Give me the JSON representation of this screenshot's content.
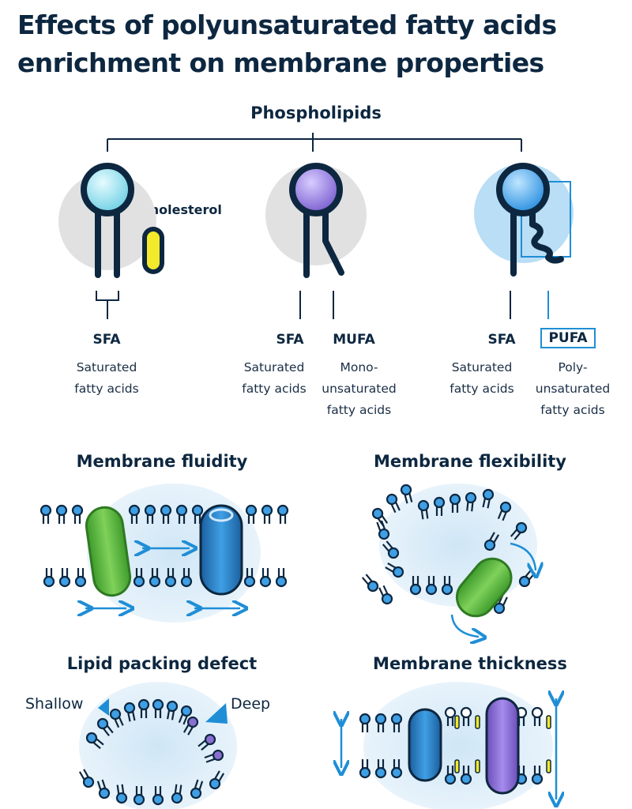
{
  "title": "Effects of polyunsaturated fatty acids enrichment on membrane properties",
  "phospholipids_label": "Phospholipids",
  "cholesterol_label": "Cholesterol",
  "fatty_acids": [
    {
      "abbr": "SFA",
      "name": "Saturated fatty acids"
    },
    {
      "abbr": "SFA",
      "name": "Saturated fatty acids"
    },
    {
      "abbr": "MUFA",
      "name": "Mono-unsaturated fatty acids"
    },
    {
      "abbr": "SFA",
      "name": "Saturated fatty acids"
    },
    {
      "abbr": "PUFA",
      "name": "Poly-unsaturated fatty acids"
    }
  ],
  "sections": {
    "fluidity": "Membrane fluidity",
    "flexibility": "Membrane flexibility",
    "packing": "Lipid packing defect",
    "thickness": "Membrane thickness"
  },
  "packing_labels": {
    "shallow": "Shallow",
    "deep": "Deep"
  },
  "colors": {
    "navy": "#0d2740",
    "blue": "#1f8ed6",
    "green": "#5cb83a",
    "purple": "#8a6fd1",
    "yellow": "#f2ea2a",
    "light_blue_bg": "#dcedf8",
    "grey_bg": "#e1e1e1"
  }
}
